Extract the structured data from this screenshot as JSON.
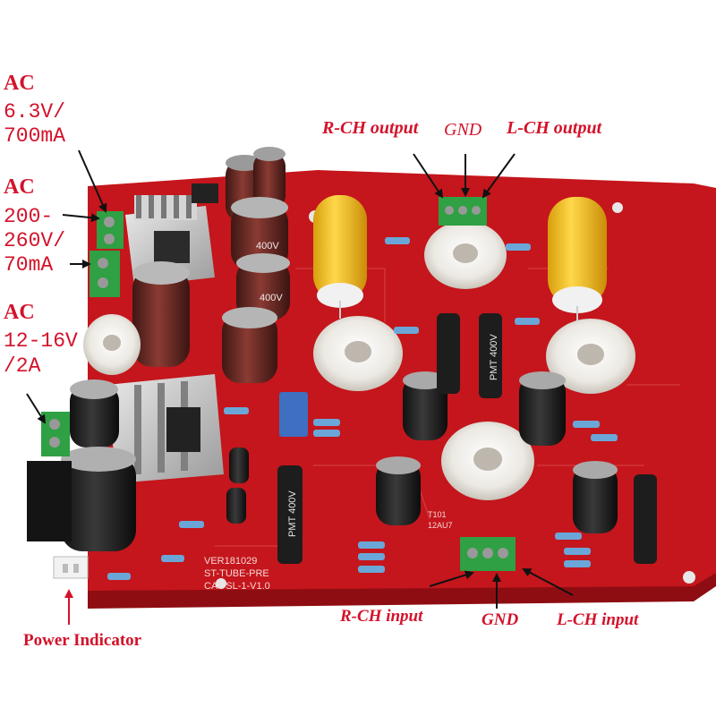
{
  "labels": {
    "ac1": {
      "head": "AC",
      "line1": "6.3V/",
      "line2": "700mA"
    },
    "ac2": {
      "head": "AC",
      "line1": "200-",
      "line2": "260V/",
      "line3": "70mA"
    },
    "ac3": {
      "head": "AC",
      "line1": "12-16V",
      "line2": "/2A"
    },
    "r_ch_output": "R-CH output",
    "gnd_top": "GND",
    "l_ch_output": "L-CH output",
    "r_ch_input": "R-CH input",
    "gnd_bottom": "GND",
    "l_ch_input": "L-CH input",
    "power_indicator": "Power Indicator"
  },
  "board_markings": {
    "pmt_cap": "PMT 400V",
    "cap_400v": "400V",
    "board_id": "VER181029",
    "board_name": "ST-TUBE-PRE",
    "board_rev": "CAT-SL-1-V1.0",
    "tube_ref": "T101",
    "tube_type": "12AU7"
  },
  "colors": {
    "pcb": "#c4161c",
    "label_red": "#d3122a",
    "terminal_green": "#2fa043",
    "cap_yellow": "#f2c21b",
    "cap_brown": "#6b2a25"
  }
}
